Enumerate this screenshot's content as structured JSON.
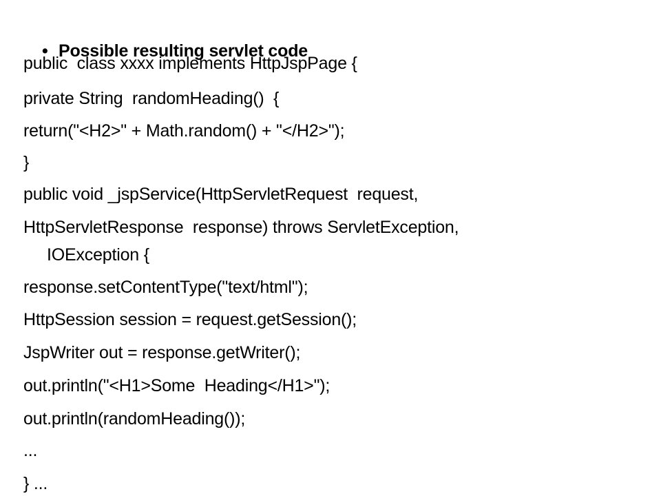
{
  "slide": {
    "bullet": "•",
    "heading": "Possible resulting servlet code",
    "code_lines": [
      "public  class xxxx implements HttpJspPage {",
      "private String  randomHeading()  {",
      "return(\"<H2>\" + Math.random() + \"</H2>\");",
      "}",
      "public void _jspService(HttpServletRequest  request,",
      "HttpServletResponse  response) throws ServletException,",
      "IOException {",
      "response.setContentType(\"text/html\");",
      "HttpSession session = request.getSession();",
      "JspWriter out = response.getWriter();",
      "out.println(\"<H1>Some  Heading</H1>\");",
      "out.println(randomHeading());",
      "...",
      "} ..."
    ]
  }
}
